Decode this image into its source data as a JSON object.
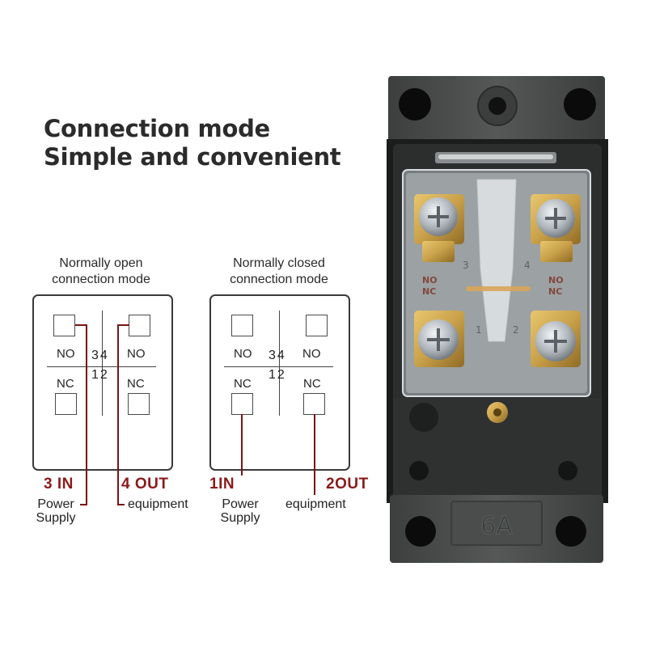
{
  "headline": {
    "line1": "Connection mode",
    "line2": "Simple and convenient"
  },
  "left_diagram": {
    "caption_line1": "Normally open",
    "caption_line2": "connection mode",
    "top_left_label": "NO",
    "top_right_label": "NO",
    "bottom_left_label": "NC",
    "bottom_right_label": "NC",
    "top_numbers": "34",
    "bottom_numbers": "12",
    "in_terminal": "3 IN",
    "out_terminal": "4 OUT",
    "in_note_line1": "Power",
    "in_note_line2": "Supply",
    "out_note": "equipment"
  },
  "right_diagram": {
    "caption_line1": "Normally closed",
    "caption_line2": "connection mode",
    "top_left_label": "NO",
    "top_right_label": "NO",
    "bottom_left_label": "NC",
    "bottom_right_label": "NC",
    "top_numbers": "34",
    "bottom_numbers": "12",
    "in_terminal": "1IN",
    "out_terminal": "2OUT",
    "in_note_line1": "Power",
    "in_note_line2": "Supply",
    "out_note": "equipment"
  },
  "photo": {
    "rating_stamp": "6A",
    "terminal_3": "3",
    "terminal_4": "4",
    "terminal_1": "1",
    "terminal_2": "2",
    "left_no": "NO",
    "left_nc": "NC",
    "right_no": "NO",
    "right_nc": "NC"
  },
  "colors": {
    "wire": "#7a1414",
    "terminal_text": "#8b1a1a",
    "housing": "#4a4d4c",
    "brass": "#c9a14a"
  }
}
